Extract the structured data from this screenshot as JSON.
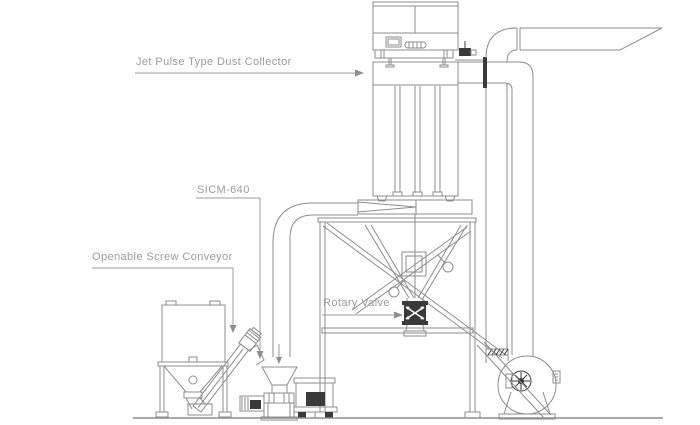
{
  "page": {
    "background": "#ffffff"
  },
  "diagram": {
    "kind": "equipment line drawing",
    "labels": {
      "dust_collector": "Jet Pulse Type Dust Collector",
      "mill_model": "SICM-640",
      "screw_conveyor": "Openable Screw Conveyor",
      "rotary_valve": "Rotary Valve"
    },
    "components": [
      "jet-pulse-dust-collector",
      "exhaust-stack-with-angled-outlet",
      "centrifugal-blower-fan",
      "dust-hopper-with-rotary-valve",
      "support-frame",
      "inlet-duct-elbow",
      "storage-hopper-bin",
      "inclined-openable-screw-conveyor",
      "sicm-640-pulverizer-mill",
      "ground-line"
    ],
    "colors": {
      "line": "#8d8d8d",
      "dark": "#3a3a3a",
      "label_text": "#9c9c9c",
      "background": "#ffffff"
    }
  }
}
